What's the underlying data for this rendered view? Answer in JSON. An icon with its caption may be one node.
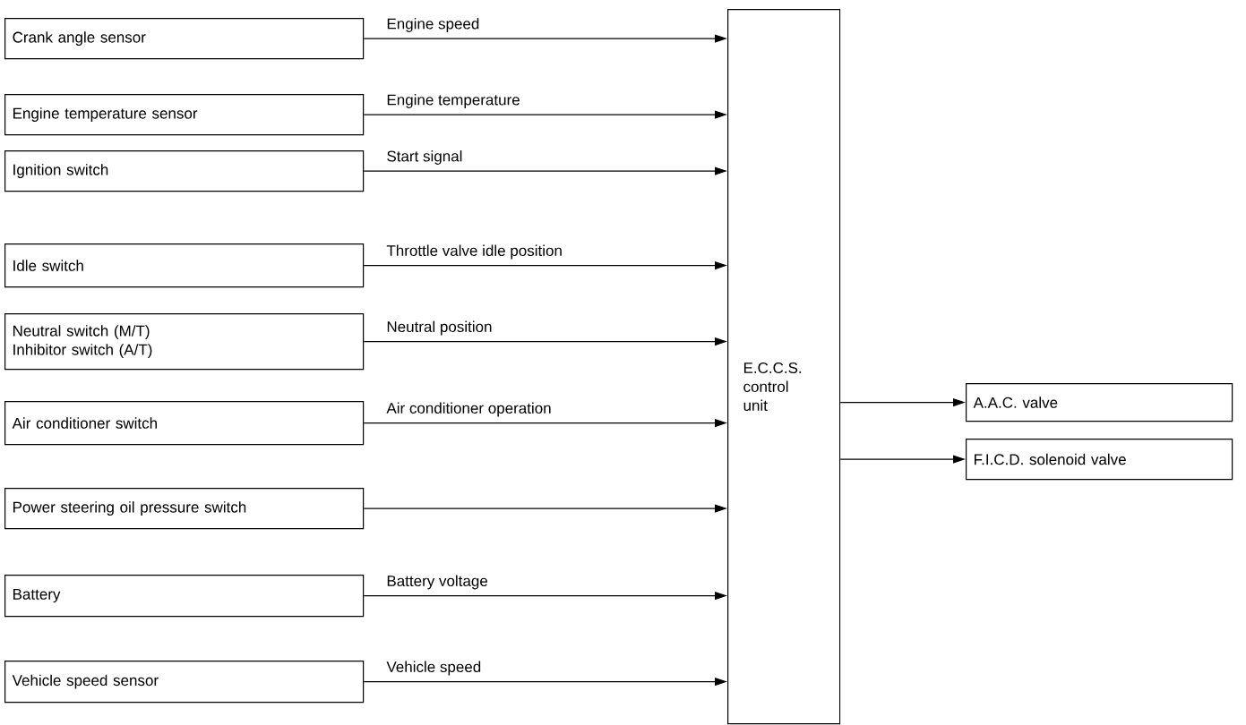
{
  "diagram": {
    "nodes": [
      {
        "text": [
          "Crank angle sensor"
        ]
      },
      {
        "text": [
          "Engine temperature sensor"
        ]
      },
      {
        "text": [
          "Ignition switch"
        ]
      },
      {
        "text": [
          "Idle switch"
        ]
      },
      {
        "text": [
          "Neutral switch (M/T)",
          "Inhibitor switch (A/T)"
        ]
      },
      {
        "text": [
          "Air conditioner switch"
        ]
      },
      {
        "text": [
          "Power steering oil pressure switch"
        ]
      },
      {
        "text": [
          "Battery"
        ]
      },
      {
        "text": [
          "Vehicle speed sensor"
        ]
      },
      {
        "text": [
          "E.C.C.S. control unit"
        ]
      },
      {
        "text": [
          "A.A.C. valve"
        ]
      },
      {
        "text": [
          "F.I.C.D. solenoid valve"
        ]
      }
    ],
    "edges": [
      {
        "from": 0,
        "to": 9,
        "arrow": "to",
        "label": "Engine speed"
      },
      {
        "from": 1,
        "to": 9,
        "arrow": "to",
        "label": "Engine temperature"
      },
      {
        "from": 2,
        "to": 9,
        "arrow": "to",
        "label": "Start signal"
      },
      {
        "from": 3,
        "to": 9,
        "arrow": "to",
        "label": "Throttle valve idle position"
      },
      {
        "from": 4,
        "to": 9,
        "arrow": "to",
        "label": "Neutral position"
      },
      {
        "from": 5,
        "to": 9,
        "arrow": "to",
        "label": "Air conditioner operation"
      },
      {
        "from": 6,
        "to": 9,
        "arrow": "to"
      },
      {
        "from": 7,
        "to": 9,
        "arrow": "to",
        "label": "Battery voltage"
      },
      {
        "from": 8,
        "to": 9,
        "arrow": "to",
        "label": "Vehicle speed"
      },
      {
        "from": 9,
        "to": 10,
        "arrow": "to"
      },
      {
        "from": 9,
        "to": 11,
        "arrow": "to"
      }
    ]
  }
}
